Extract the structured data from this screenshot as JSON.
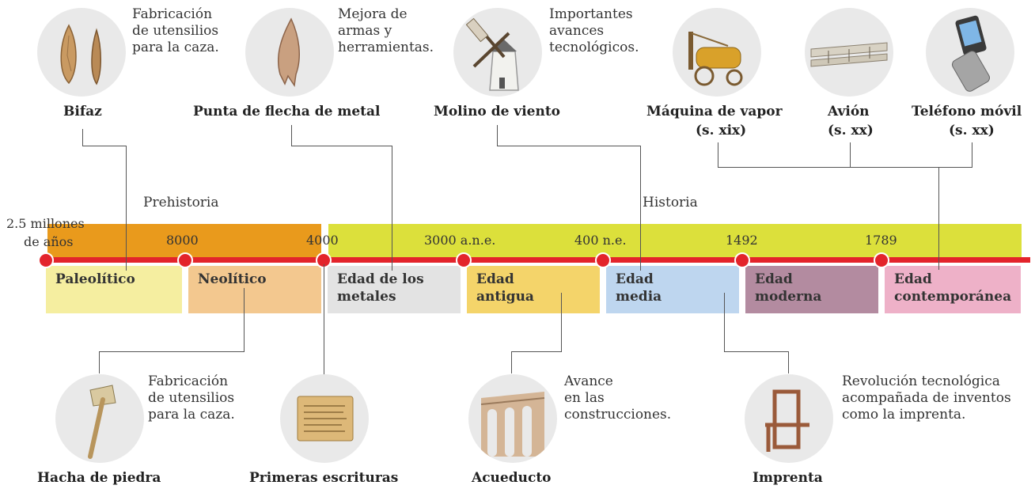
{
  "eras": {
    "prehistoria": "Prehistoria",
    "historia": "Historia"
  },
  "years": {
    "start_line1": "2.5 millones",
    "start_line2": "de años",
    "y8000": "8000",
    "y4000": "4000",
    "y3000": "3000 a.n.e.",
    "y400": "400 n.e.",
    "y1492": "1492",
    "y1789": "1789"
  },
  "periods": [
    {
      "line1": "Paleolítico",
      "line2": "",
      "color": "#f5eea0"
    },
    {
      "line1": "Neolítico",
      "line2": "",
      "color": "#f3c88f"
    },
    {
      "line1": "Edad de los",
      "line2": "metales",
      "color": "#e3e3e3"
    },
    {
      "line1": "Edad",
      "line2": "antigua",
      "color": "#f4d46a"
    },
    {
      "line1": "Edad",
      "line2": "media",
      "color": "#bed6ef"
    },
    {
      "line1": "Edad",
      "line2": "moderna",
      "color": "#b38ba0"
    },
    {
      "line1": "Edad",
      "line2": "contemporánea",
      "color": "#eeb1c8"
    }
  ],
  "band_colors": {
    "prehistoria": "#e99a1c",
    "historia": "#dce03b",
    "axis": "#e3242b"
  },
  "top_items": {
    "bifaz": {
      "label": "Bifaz",
      "desc": [
        "Fabricación",
        "de utensilios",
        "para la caza."
      ],
      "icon": "flint-handaxe-icon"
    },
    "punta": {
      "label": "Punta de flecha de metal",
      "desc": [
        "Mejora de",
        "armas y",
        "herramientas."
      ],
      "icon": "arrowhead-icon"
    },
    "molino": {
      "label": "Molino de viento",
      "desc": [
        "Importantes",
        "avances",
        "tecnológicos."
      ],
      "icon": "windmill-icon"
    },
    "vapor": {
      "label": "Máquina de vapor",
      "sub": "(s. xix)",
      "icon": "steam-engine-icon"
    },
    "avion": {
      "label": "Avión",
      "sub": "(s. xx)",
      "icon": "airplane-icon"
    },
    "movil": {
      "label": "Teléfono móvil",
      "sub": "(s. xx)",
      "icon": "mobile-phone-icon"
    }
  },
  "bottom_items": {
    "hacha": {
      "label": "Hacha de piedra",
      "desc": [
        "Fabricación",
        "de utensilios",
        "para la caza."
      ],
      "icon": "stone-axe-icon"
    },
    "escrituras": {
      "label": "Primeras escrituras",
      "icon": "clay-tablet-icon"
    },
    "acueducto": {
      "label": "Acueducto",
      "desc": [
        "Avance",
        "en las",
        "construcciones."
      ],
      "icon": "aqueduct-icon"
    },
    "imprenta": {
      "label": "Imprenta",
      "desc": [
        "Revolución tecnológica",
        "acompañada de inventos",
        "como la imprenta."
      ],
      "icon": "printing-press-icon"
    }
  }
}
